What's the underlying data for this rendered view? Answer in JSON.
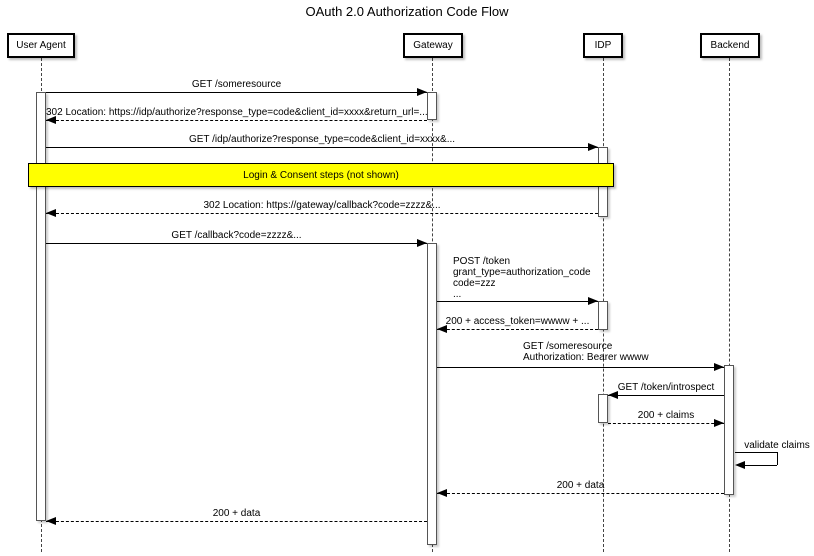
{
  "title": "OAuth 2.0 Authorization Code Flow",
  "colors": {
    "highlight": "#FFFF00",
    "line": "#000000",
    "background": "#FFFFFF"
  },
  "actors": [
    {
      "label": "User Agent"
    },
    {
      "label": "Gateway"
    },
    {
      "label": "IDP"
    },
    {
      "label": "Backend"
    }
  ],
  "note": {
    "label": "Login & Consent steps (not shown)"
  },
  "messages": [
    {
      "label": "GET /someresource",
      "from": "User Agent",
      "to": "Gateway",
      "style": "solid"
    },
    {
      "label": "302 Location: https://idp/authorize?response_type=code&client_id=xxxx&return_url=...",
      "from": "Gateway",
      "to": "User Agent",
      "style": "dashed"
    },
    {
      "label": "GET /idp/authorize?response_type=code&client_id=xxxx&...",
      "from": "User Agent",
      "to": "IDP",
      "style": "solid"
    },
    {
      "label": "302 Location: https://gateway/callback?code=zzzz&...",
      "from": "IDP",
      "to": "User Agent",
      "style": "dashed"
    },
    {
      "label": "GET /callback?code=zzzz&...",
      "from": "User Agent",
      "to": "Gateway",
      "style": "solid"
    },
    {
      "lines": [
        "POST /token",
        "grant_type=authorization_code",
        "code=zzz",
        "..."
      ],
      "from": "Gateway",
      "to": "IDP",
      "style": "solid"
    },
    {
      "label": "200 + access_token=wwww + ...",
      "from": "IDP",
      "to": "Gateway",
      "style": "dashed"
    },
    {
      "lines": [
        "GET /someresource",
        "Authorization: Bearer wwww"
      ],
      "from": "Gateway",
      "to": "Backend",
      "style": "solid"
    },
    {
      "label": "GET /token/introspect",
      "from": "Backend",
      "to": "IDP",
      "style": "solid"
    },
    {
      "label": "200 + claims",
      "from": "IDP",
      "to": "Backend",
      "style": "dashed"
    },
    {
      "label": "validate claims",
      "from": "Backend",
      "to": "Backend",
      "style": "self"
    },
    {
      "label": "200 + data",
      "from": "Backend",
      "to": "Gateway",
      "style": "dashed"
    },
    {
      "label": "200 + data",
      "from": "Gateway",
      "to": "User Agent",
      "style": "dashed"
    }
  ]
}
